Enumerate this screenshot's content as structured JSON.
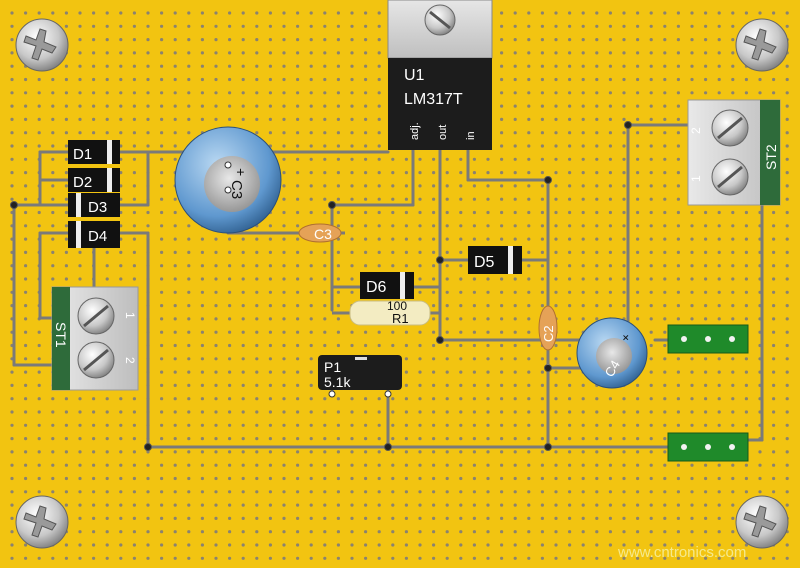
{
  "board": {
    "background": "#f2c411",
    "hole_color": "#8a8270",
    "trace_color": "#7a7a7a",
    "watermark": "www.cntronics.com"
  },
  "components": {
    "u1": {
      "ref": "U1",
      "part": "LM317T",
      "pin_adj": "adj.",
      "pin_out": "out",
      "pin_in": "in"
    },
    "d1": {
      "ref": "D1"
    },
    "d2": {
      "ref": "D2"
    },
    "d3": {
      "ref": "D3"
    },
    "d4": {
      "ref": "D4"
    },
    "d5": {
      "ref": "D5"
    },
    "d6": {
      "ref": "D6"
    },
    "c2": {
      "ref": "C2"
    },
    "c3": {
      "ref": "C3"
    },
    "c3_elec": {
      "ref": "C3",
      "polarity": "+"
    },
    "c4": {
      "ref": "C4",
      "polarity": "+"
    },
    "r1": {
      "ref": "R1",
      "value": "100"
    },
    "p1": {
      "ref": "P1",
      "value": "5.1k"
    },
    "st1": {
      "ref": "ST1",
      "pin1": "1",
      "pin2": "2"
    },
    "st2": {
      "ref": "ST2",
      "pin1": "1",
      "pin2": "2"
    }
  }
}
